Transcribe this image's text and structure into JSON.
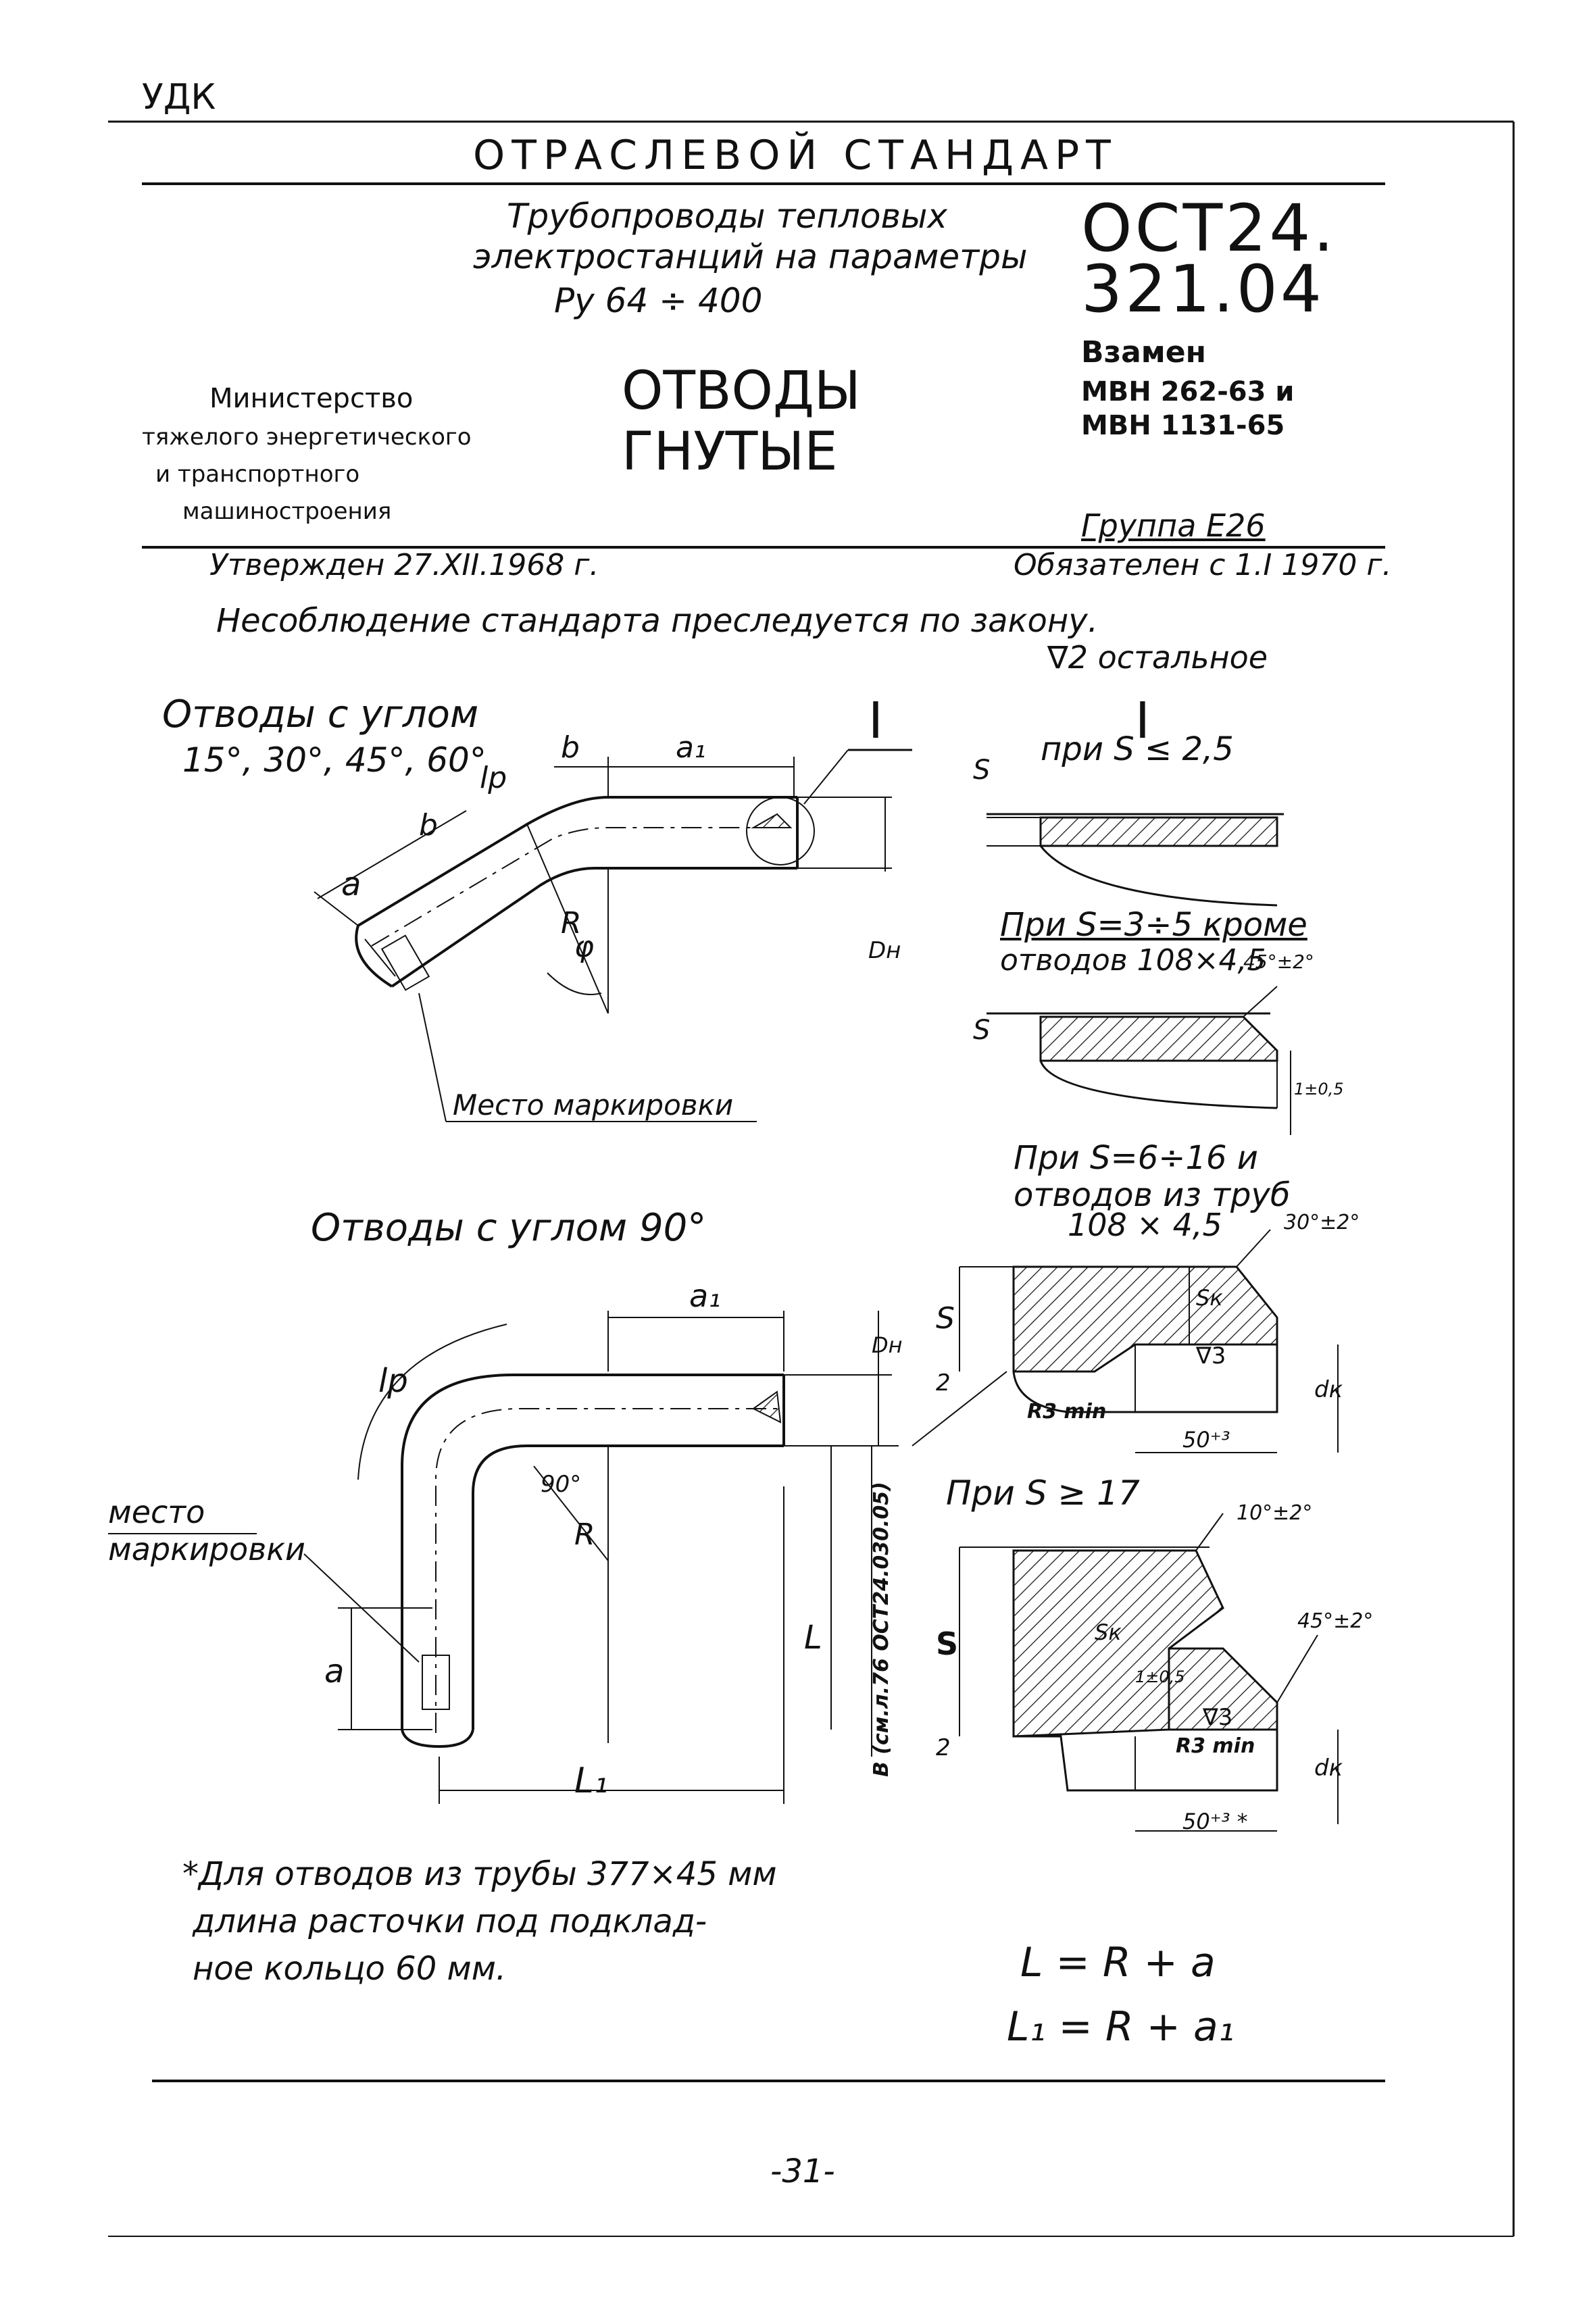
{
  "header": {
    "udk": "УДК",
    "standard_type": "ОТРАСЛЕВОЙ СТАНДАРТ",
    "subject_line1": "Трубопроводы тепловых",
    "subject_line2": "электростанций на параметры",
    "subject_line3": "Ру 64 ÷ 400",
    "code_line1": "ОСТ24.",
    "code_line2": "321.04",
    "replaces_label": "Взамен",
    "replaces_1": "МВН 262-63 и",
    "replaces_2": "МВН 1131-65",
    "title_line1": "ОТВОДЫ",
    "title_line2": "ГНУТЫЕ",
    "ministry_line1": "Министерство",
    "ministry_line2": "тяжелого энергетического",
    "ministry_line3": "и транспортного",
    "ministry_line4": "машиностроения",
    "group": "Группа Е26",
    "approved": "Утвержден 27.XII.1968 г.",
    "mandatory": "Обязателен с 1.I 1970 г.",
    "law_notice": "Несоблюдение стандарта преследуется по закону.",
    "surface_rest": "∇2 остальное"
  },
  "drawing_top": {
    "title_line1": "Отводы с углом",
    "title_line2": "15°, 30°, 45°, 60°",
    "lbl_b1": "b",
    "lbl_a1": "a₁",
    "lbl_lp": "lр",
    "lbl_b2": "b",
    "lbl_a": "a",
    "lbl_r": "R",
    "lbl_phi": "φ",
    "lbl_dn": "Dн",
    "detail_ref": "I",
    "marking_place": "Место маркировки"
  },
  "detail_views": {
    "detail_title": "I",
    "case1_title": "при S ≤ 2,5",
    "case1_s": "S",
    "case2_title_line1": "При S=3÷5 кроме",
    "case2_title_line2": "отводов 108×4,5",
    "case2_angle": "45°±2°",
    "case2_s": "S",
    "case2_dim": "1±0,5",
    "case3_title_line1": "При S=6÷16 и",
    "case3_title_line2": "отводов из труб",
    "case3_title_line3": "108 × 4,5",
    "case3_angle": "30°±2°",
    "case3_s": "S",
    "case3_sk": "Sк",
    "case3_surface": "∇3",
    "case3_radius": "R3 min",
    "case3_len": "50⁺³",
    "case3_dk": "dк",
    "case3_two": "2",
    "case4_title": "При S ≥ 17",
    "case4_angle1": "10°±2°",
    "case4_angle2": "45°±2°",
    "case4_s": "S",
    "case4_sk": "Sк",
    "case4_dim": "1±0,5",
    "case4_surface": "∇3",
    "case4_radius": "R3 min",
    "case4_len": "50⁺³ *",
    "case4_dk": "dк",
    "case4_two": "2"
  },
  "drawing_bottom": {
    "title": "Отводы с углом 90°",
    "lbl_a1": "a₁",
    "lbl_dn": "Dн",
    "lbl_lp": "lр",
    "lbl_90": "90°",
    "lbl_r": "R",
    "lbl_a": "a",
    "lbl_L": "L",
    "lbl_L1": "L₁",
    "lbl_b": "B (см.л.76 ОСТ24.030.05)",
    "marking_line1": "место",
    "marking_line2": "маркировки"
  },
  "footnote": {
    "line1": "*Для отводов из трубы 377×45 мм",
    "line2": "длина расточки под подклад-",
    "line3": "ное кольцо 60 мм."
  },
  "formulas": {
    "f1": "L = R + a",
    "f2": "L₁ = R + a₁"
  },
  "page_number": "-31-"
}
